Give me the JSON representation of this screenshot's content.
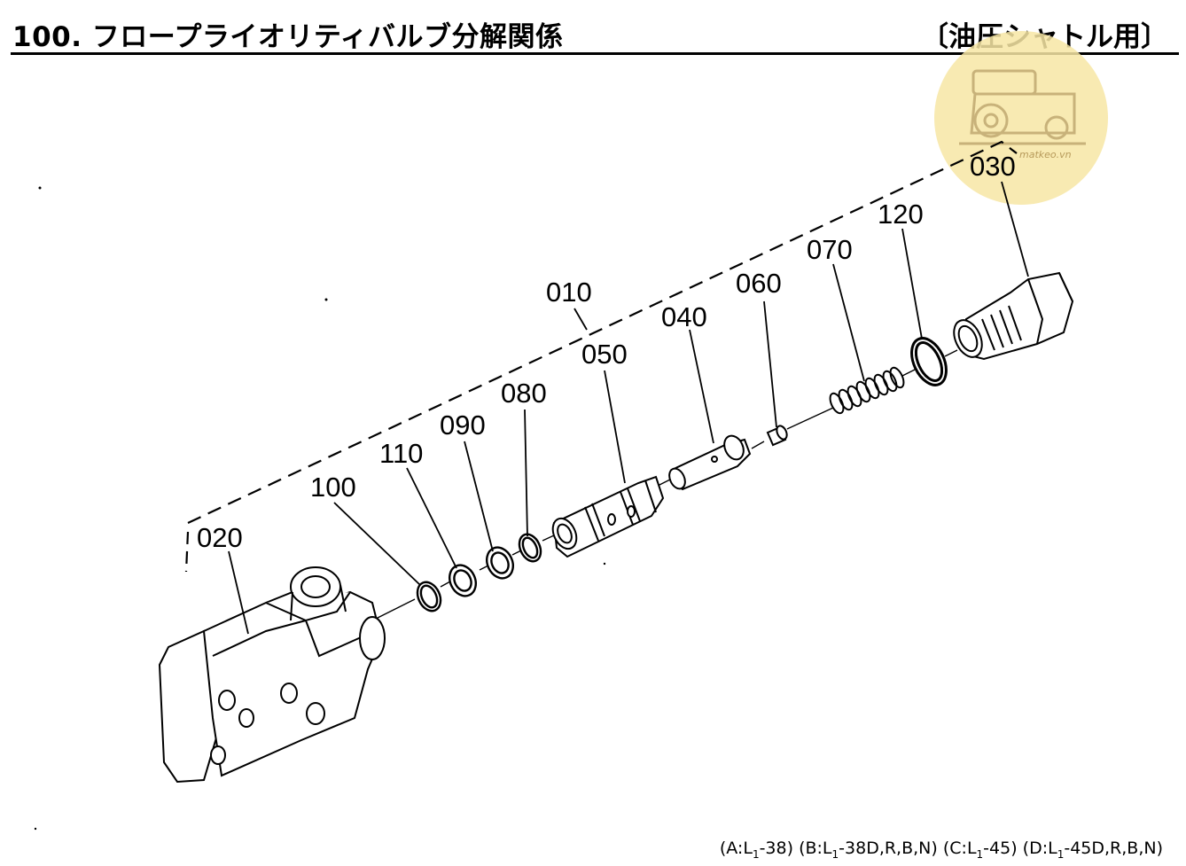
{
  "header": {
    "title": "100. フロープライオリティバルブ分解関係",
    "subtitle": "〔油圧シャトル用〕"
  },
  "watermark": {
    "text": "matkeo.vn",
    "icon": "tractor-icon",
    "color": "#f7e6a4"
  },
  "parts": {
    "p010": "010",
    "p020": "020",
    "p030": "030",
    "p040": "040",
    "p050": "050",
    "p060": "060",
    "p070": "070",
    "p080": "080",
    "p090": "090",
    "p100": "100",
    "p110": "110",
    "p120": "120"
  },
  "footer": {
    "a_pre": "(A:L",
    "a_sub": "1",
    "a_post": "-38)",
    "b_pre": "(B:L",
    "b_sub": "1",
    "b_post": "-38D,R,B,N)",
    "c_pre": "(C:L",
    "c_sub": "1",
    "c_post": "-45)",
    "d_pre": "(D:L",
    "d_sub": "1",
    "d_post": "-45D,R,B,N)"
  }
}
